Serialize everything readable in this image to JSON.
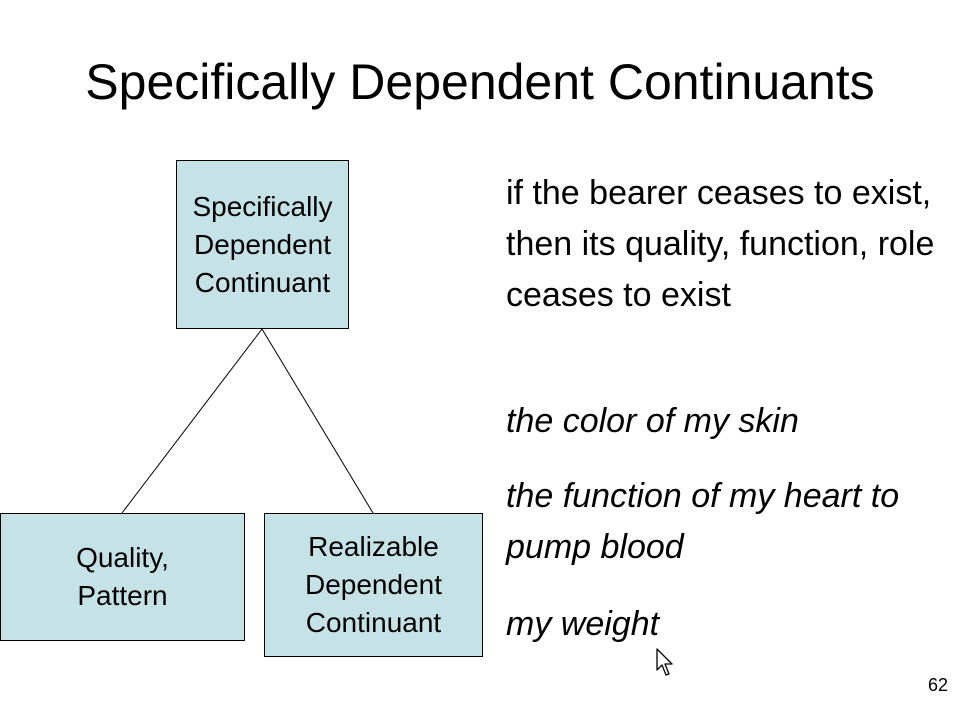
{
  "slide": {
    "title": "Specifically Dependent Continuants",
    "page_number": "62"
  },
  "diagram": {
    "root": {
      "lines": [
        "Specifically",
        "Dependent",
        "Continuant"
      ]
    },
    "left_child": {
      "lines": [
        "Quality,",
        "Pattern"
      ]
    },
    "right_child": {
      "lines": [
        "Realizable",
        "Dependent",
        "Continuant"
      ]
    },
    "box_fill": "#c5e3e7"
  },
  "text": {
    "definition": "if the bearer ceases to exist, then its quality, function, role ceases to exist",
    "examples": [
      "the color of my skin",
      "the function of my heart to pump blood",
      "my weight"
    ]
  },
  "icons": {
    "cursor": "mouse-pointer-icon"
  }
}
